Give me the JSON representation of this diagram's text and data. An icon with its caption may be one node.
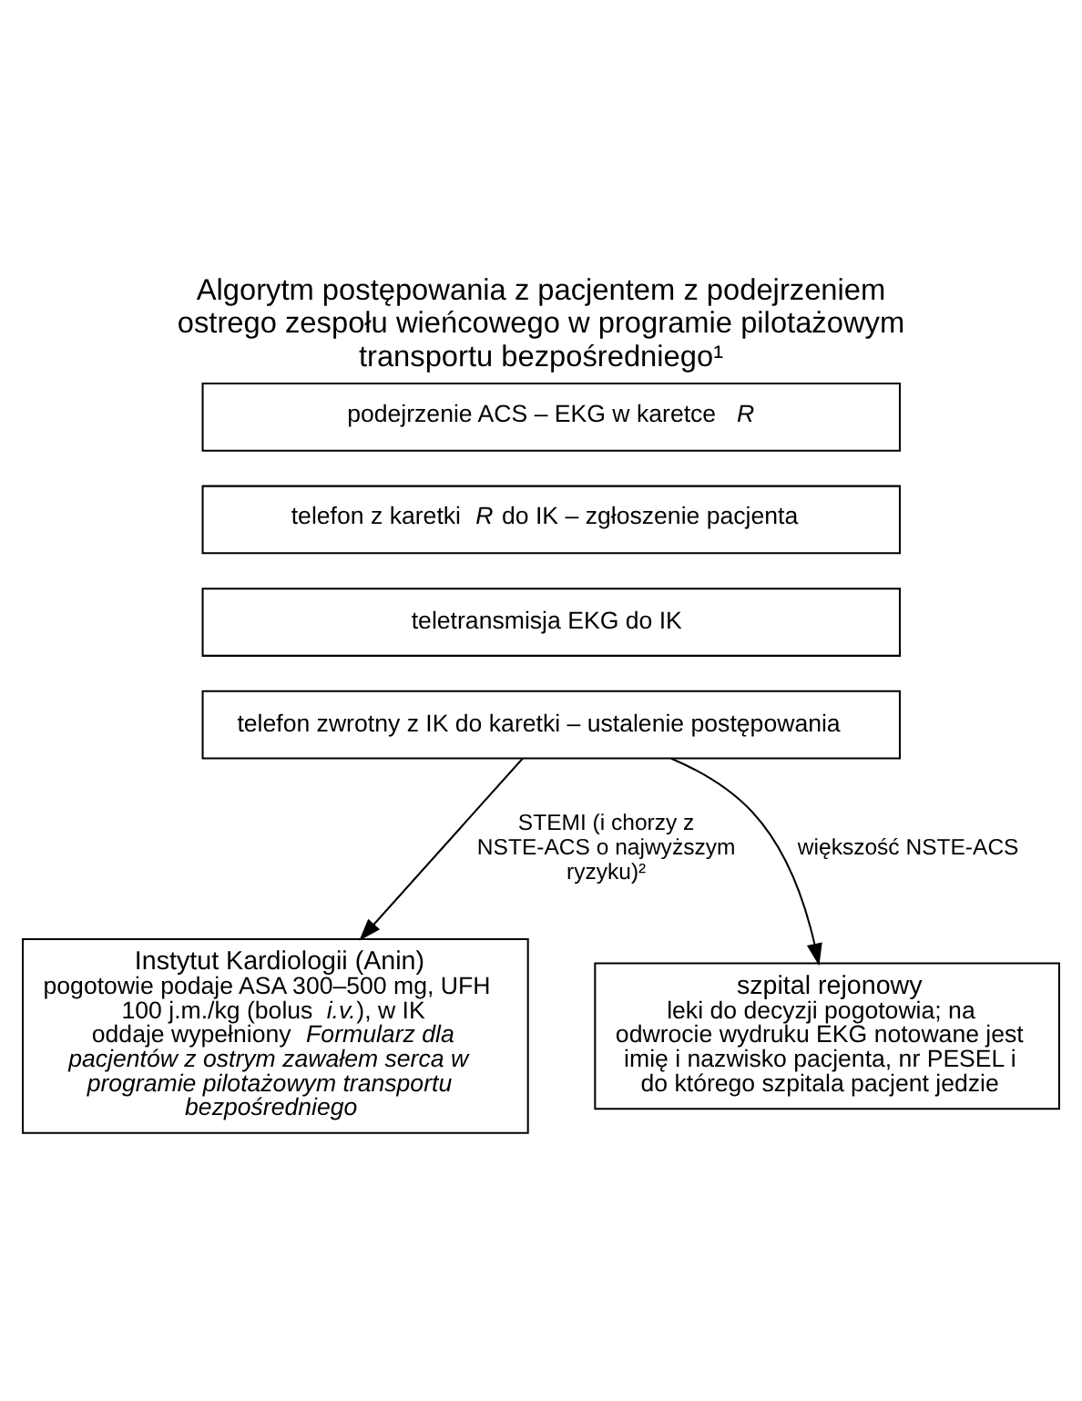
{
  "diagram": {
    "title": "Algorytm postępowania z pacjentem z podejrzeniem ostrego zespołu wieńcowego w programie pilotażowym transportu bezpośredniego¹",
    "nodes": [
      {
        "text": [
          "podejrzenie ACS – EKG w karetce *R*"
        ]
      },
      {
        "text": [
          "telefon z karetki *R* do IK – zgłoszenie pacjenta"
        ]
      },
      {
        "text": [
          "teletransmisja EKG do IK"
        ]
      },
      {
        "text": [
          "telefon zwrotny z IK do karetki – ustalenie postępowania"
        ]
      },
      {
        "text": [
          "Instytut Kardiologii (Anin)",
          "pogotowie podaje ASA 300–500 mg, UFH 100 j.m./kg (bolus *i.v.*), w IK oddaje wypełniony *Formularz dla pacjentów z ostrym zawałem serca w programie pilotażowym transportu bezpośredniego*"
        ]
      },
      {
        "text": [
          "szpital rejonowy",
          "leki do decyzji pogotowia; na odwrocie wydruku EKG notowane jest imię i nazwisko pacjenta, nr PESEL i do którego szpitala pacjent jedzie"
        ]
      }
    ],
    "edges": [
      {
        "from": 3,
        "to": 4,
        "arrow": "to",
        "label": "STEMI (i chorzy z NSTE-ACS o najwyższym ryzyku)²"
      },
      {
        "from": 3,
        "to": 5,
        "arrow": "to",
        "label": "większość NSTE-ACS"
      }
    ]
  }
}
